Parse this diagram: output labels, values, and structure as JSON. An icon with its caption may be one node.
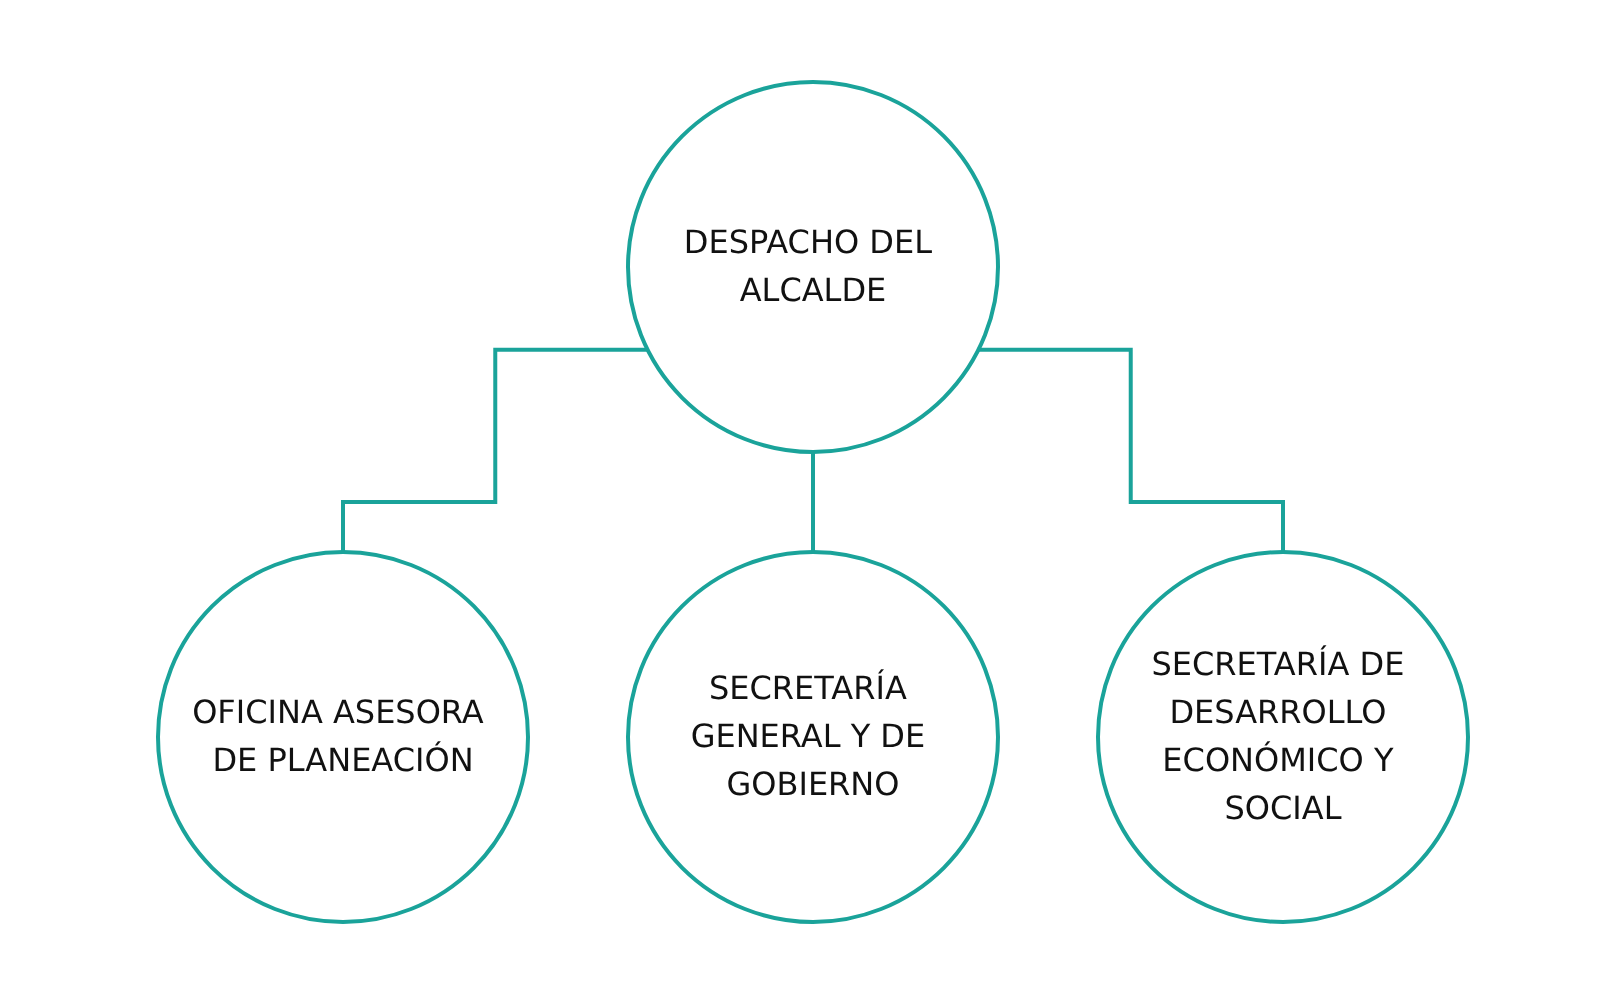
{
  "diagram": {
    "nodes": [
      {
        "text": [
          "DESPACHO DEL ALCALDE"
        ]
      },
      {
        "text": [
          "OFICINA ASESORA DE PLANEACIÓN"
        ]
      },
      {
        "text": [
          "SECRETARÍA GENERAL Y DE GOBIERNO"
        ]
      },
      {
        "text": [
          "SECRETARÍA DE DESARROLLO ECONÓMICO Y SOCIAL"
        ]
      }
    ],
    "edges": [
      {
        "from": 0,
        "to": 1,
        "arrow": "none"
      },
      {
        "from": 0,
        "to": 2,
        "arrow": "none"
      },
      {
        "from": 0,
        "to": 3,
        "arrow": "none"
      }
    ]
  }
}
